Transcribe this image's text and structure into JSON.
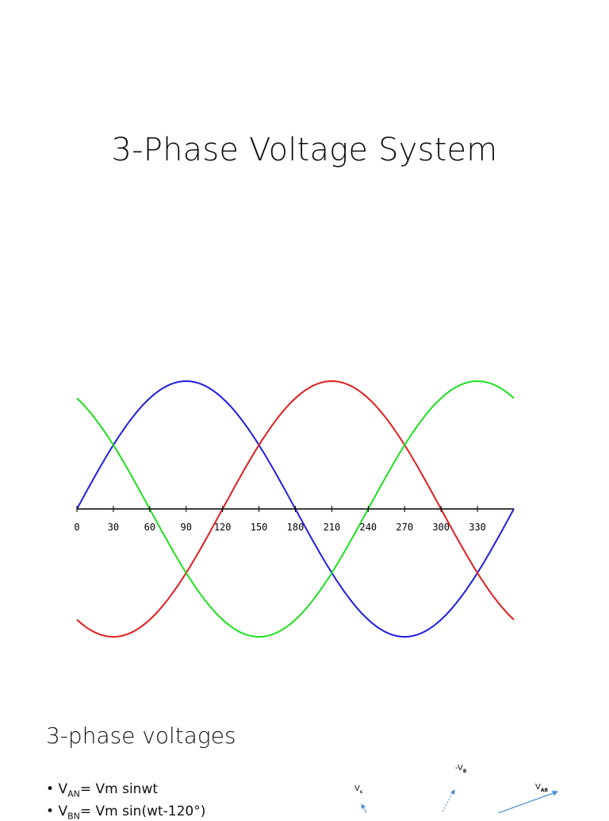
{
  "slide": {
    "title": "3-Phase Voltage System"
  },
  "chart_data": {
    "type": "line",
    "x_ticks": [
      "0",
      "30",
      "60",
      "90",
      "120",
      "150",
      "180",
      "210",
      "240",
      "270",
      "300",
      "330"
    ],
    "xlim": [
      0,
      360
    ],
    "ylim": [
      -1,
      1
    ],
    "series": [
      {
        "color": "#1e1ee0",
        "phase_deg": 0
      },
      {
        "color": "#e01e1e",
        "phase_deg": -120
      },
      {
        "color": "#1ee01e",
        "phase_deg": 120
      }
    ]
  },
  "section": {
    "heading": "3-phase voltages",
    "bullets": [
      {
        "sym": "V",
        "sub": "AN",
        "rest": "= Vm sinwt"
      },
      {
        "sym": "V",
        "sub": "BN",
        "rest": "= Vm sin(wt-120°)"
      }
    ]
  },
  "phasor": {
    "vc": {
      "sym": "V",
      "sub": "c"
    },
    "neg_vb": {
      "sym": "-V",
      "sub": "B"
    },
    "vab": {
      "sym": "V",
      "sub": "AB"
    },
    "color": "#4a8fd8"
  }
}
